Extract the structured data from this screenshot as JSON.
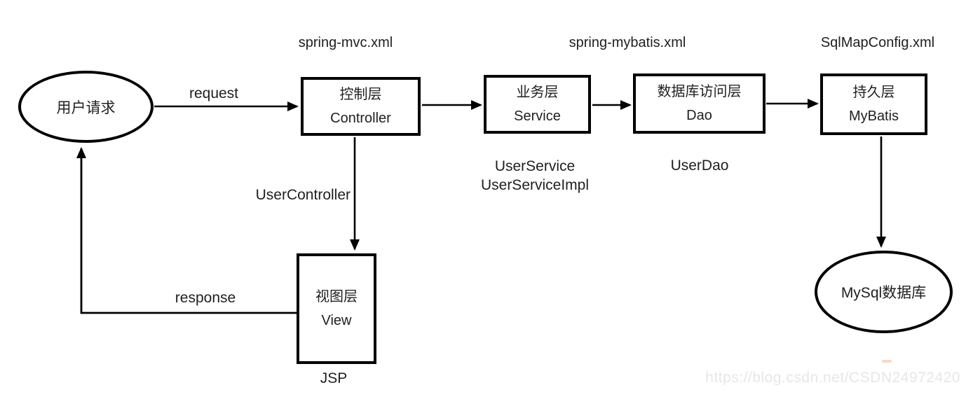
{
  "diagram": {
    "config_labels": {
      "mvc": "spring-mvc.xml",
      "mybatis": "spring-mybatis.xml",
      "sqlmap": "SqlMapConfig.xml"
    },
    "nodes": {
      "user_request": {
        "label": "用户请求"
      },
      "controller": {
        "line1": "控制层",
        "line2": "Controller"
      },
      "service": {
        "line1": "业务层",
        "line2": "Service"
      },
      "dao": {
        "line1": "数据库访问层",
        "line2": "Dao"
      },
      "mybatis": {
        "line1": "持久层",
        "line2": "MyBatis"
      },
      "view": {
        "line1": "视图层",
        "line2": "View"
      },
      "mysql": {
        "label": "MySql数据库"
      }
    },
    "edge_labels": {
      "request": "request",
      "response": "response"
    },
    "impl_labels": {
      "controller": "UserController",
      "service_line1": "UserService",
      "service_line2": "UserServiceImpl",
      "dao": "UserDao",
      "view": "JSP"
    },
    "watermark": "https://blog.csdn.net/CSDN24972420",
    "colors": {
      "line": "#000000",
      "text": "#1f1f1f",
      "watermark": "#e8e6e6"
    }
  }
}
